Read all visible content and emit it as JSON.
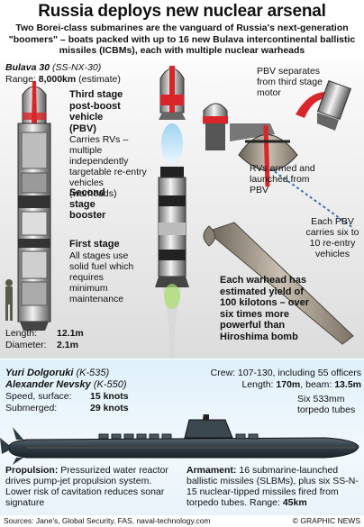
{
  "title": "Russia deploys new nuclear arsenal",
  "intro": "Two Borei-class submarines are the vanguard of Russia's next-generation \"boomers\" – boats packed with up to 16 new Bulava intercontinental ballistic missiles (ICBMs), each with multiple nuclear warheads",
  "missile": {
    "name": "Bulava 30",
    "designation": "(SS-NX-30)",
    "range_label": "Range:",
    "range_value": "8,000km",
    "range_note": "(estimate)",
    "third_stage_title": "Third stage post-boost vehicle (PBV)",
    "third_stage_desc": "Carries RVs – multiple independently targetable re-entry vehicles (warheads)",
    "second_stage_title": "Second stage booster",
    "first_stage_title": "First stage",
    "first_stage_desc": "All stages use solid fuel which requires minimum maintenance",
    "length_label": "Length:",
    "length_value": "12.1m",
    "diameter_label": "Diameter:",
    "diameter_value": "2.1m",
    "pbv_separates": "PBV separates from third stage motor",
    "rvs_armed": "RVs armed and launched from PBV",
    "each_pbv": "Each PBV carries six to 10 re-entry vehicles",
    "warhead_yield": "Each warhead has estimated yield of 100 kilotons – over six times more powerful than Hiroshima bomb"
  },
  "submarine": {
    "name1": "Yuri Dolgoruki",
    "id1": "(K-535)",
    "name2": "Alexander Nevsky",
    "id2": "(K-550)",
    "speed_surface_label": "Speed, surface:",
    "speed_surface_value": "15 knots",
    "submerged_label": "Submerged:",
    "submerged_value": "29 knots",
    "crew": "Crew: 107-130, including 55 officers",
    "length_label": "Length:",
    "length_value": "170m",
    "beam_label": ", beam:",
    "beam_value": "13.5m",
    "torpedo_tubes": "Six 533mm torpedo tubes",
    "propulsion_label": "Propulsion:",
    "propulsion_desc": "Pressurized water reactor drives pump-jet propulsion system. Lower risk of cavitation reduces sonar signature",
    "armament_label": "Armament:",
    "armament_desc": "16 submarine-launched ballistic missiles (SLBMs), plus six SS-N-15 nuclear-tipped missiles fired from torpedo tubes. Range:",
    "armament_range": "45km"
  },
  "footer": {
    "sources": "Sources: Jane's, Global Security, FAS, naval-technology.com",
    "credit": "© GRAPHIC NEWS"
  },
  "colors": {
    "accent_red": "#d8262b",
    "hull": "#2f3b44",
    "sea": "#dff0fa"
  }
}
